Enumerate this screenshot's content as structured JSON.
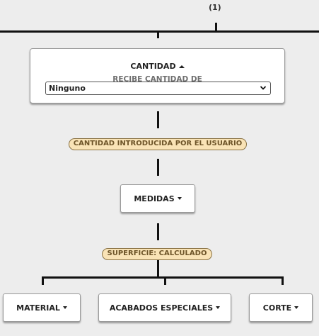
{
  "top_connector": {
    "label": "(1)"
  },
  "cantidad": {
    "title": "CANTIDAD",
    "subtitle": "RECIBE CANTIDAD DE",
    "select_value": "Ninguno"
  },
  "badges": {
    "cantidad_usuario": "CANTIDAD INTRODUCIDA POR EL USUARIO",
    "superficie": "SUPERFICIE: CALCULADO"
  },
  "medidas": {
    "label": "MEDIDAS"
  },
  "children": [
    {
      "label": "MATERIAL"
    },
    {
      "label": "ACABADOS ESPECIALES"
    },
    {
      "label": "CORTE"
    }
  ],
  "colors": {
    "badge_bg": "#f9e3b6",
    "badge_border": "#8a7346",
    "background": "#ededed"
  }
}
